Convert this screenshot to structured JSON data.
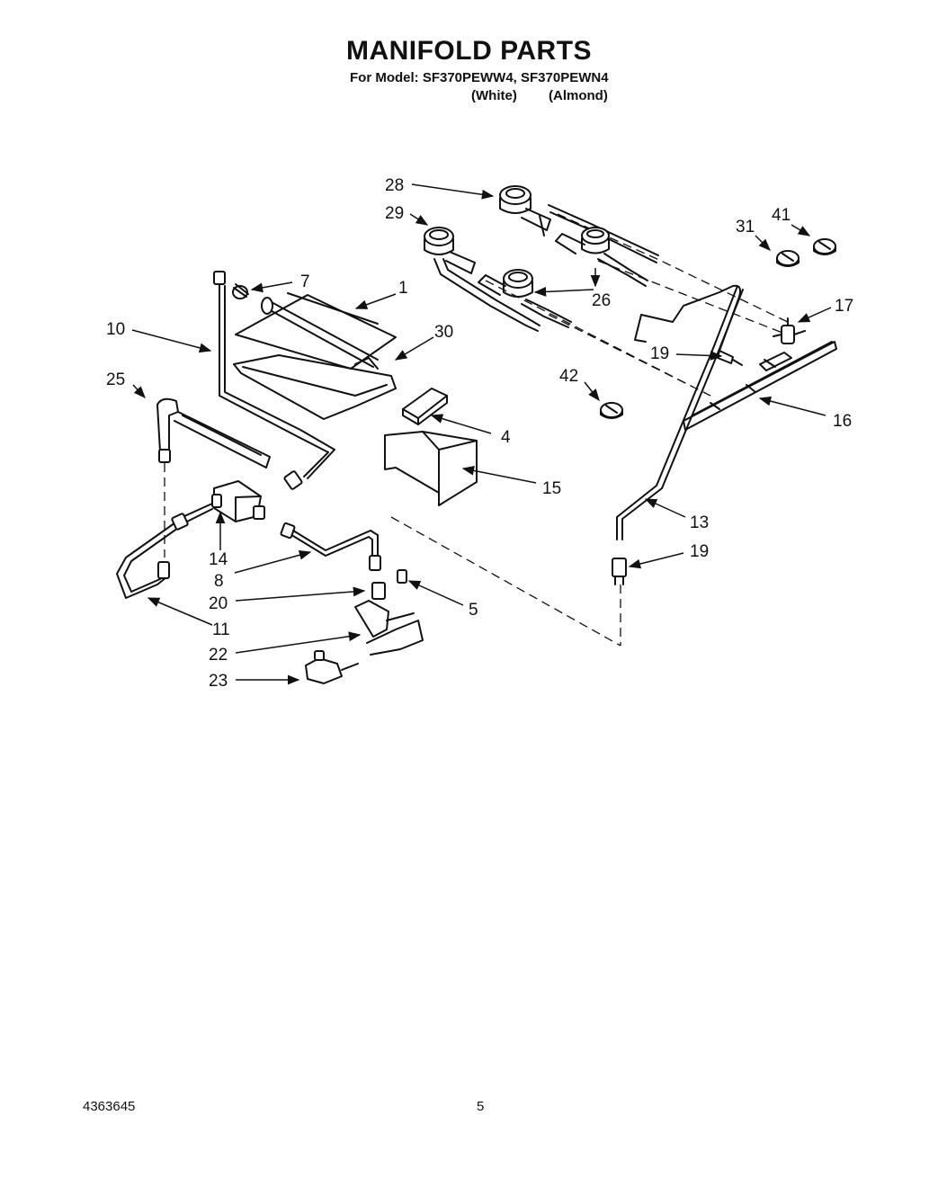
{
  "header": {
    "title": "MANIFOLD PARTS",
    "model_line": "For Model: SF370PEWW4, SF370PEWN4",
    "variant_white": "(White)",
    "variant_almond": "(Almond)"
  },
  "footer": {
    "doc_number": "4363645",
    "page_number": "5"
  },
  "callouts": [
    "28",
    "29",
    "7",
    "1",
    "10",
    "30",
    "25",
    "4",
    "15",
    "14",
    "8",
    "20",
    "5",
    "11",
    "22",
    "23",
    "31",
    "41",
    "17",
    "26",
    "19",
    "42",
    "16",
    "13",
    "19"
  ]
}
